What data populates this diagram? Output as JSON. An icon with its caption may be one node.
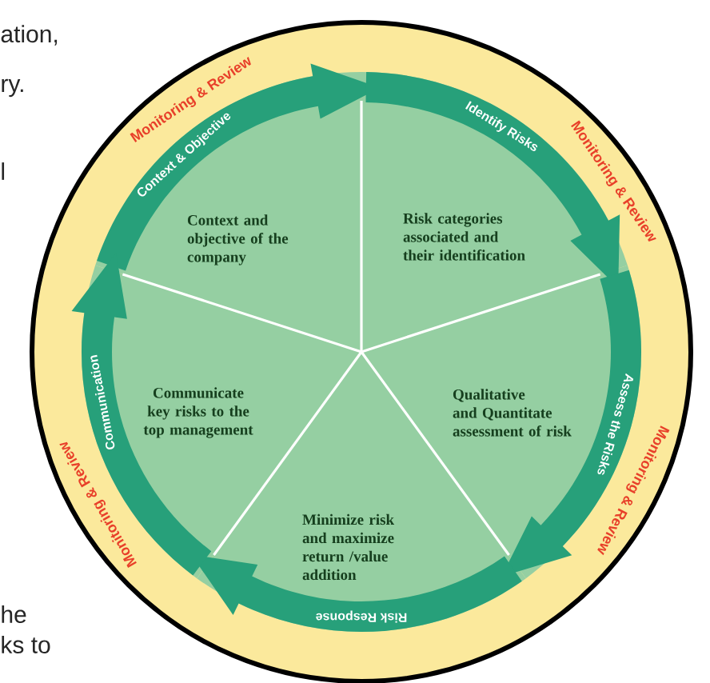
{
  "diagram": {
    "nodes": [
      {
        "text": [
          "Context and objective of the company"
        ]
      },
      {
        "text": [
          "Risk categories associated and their identification"
        ]
      },
      {
        "text": [
          "Qualitative and Quantitate assessment of risk"
        ]
      },
      {
        "text": [
          "Minimize risk and maximize return /value addition"
        ]
      },
      {
        "text": [
          "Communicate key risks to the top management"
        ]
      }
    ],
    "edges": [
      {
        "from": 0,
        "to": 1,
        "arrow": "to",
        "label": "Context & Objective"
      },
      {
        "from": 1,
        "to": 2,
        "arrow": "to",
        "label": "Identify Risks"
      },
      {
        "from": 2,
        "to": 3,
        "arrow": "to",
        "label": "Assess the Risks"
      },
      {
        "from": 3,
        "to": 4,
        "arrow": "to",
        "label": "Risk Response"
      },
      {
        "from": 4,
        "to": 0,
        "arrow": "to",
        "label": "Communication"
      }
    ],
    "labels": [
      "ation,",
      "ry.",
      "Monitoring & Review",
      "Monitoring & Review",
      "l",
      "Monitoring & Review",
      "Monitoring & Review",
      "he",
      "ks to"
    ]
  }
}
